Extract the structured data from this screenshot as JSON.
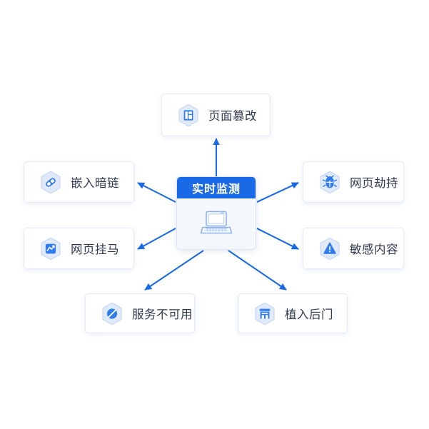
{
  "diagram": {
    "type": "hub-and-spoke",
    "title": "实时监测",
    "center": {
      "label": "实时监测",
      "icon": "laptop-icon",
      "header_color": "#1a6ae8",
      "body_color": "#f4f7fc"
    },
    "accent_color": "#1a6ae8",
    "icon_fill": "#2f7ced",
    "icon_hex_fill": "#dfe8fb",
    "text_color": "#303a4d",
    "nodes": [
      {
        "id": "page-tamper",
        "label": "页面篡改",
        "icon": "page-layout-icon",
        "position": "top"
      },
      {
        "id": "embedded-dark-link",
        "label": "嵌入暗链",
        "icon": "link-icon",
        "position": "left-top"
      },
      {
        "id": "web-trojan",
        "label": "网页挂马",
        "icon": "chart-trend-icon",
        "position": "left-bottom"
      },
      {
        "id": "web-hijack",
        "label": "网页劫持",
        "icon": "bug-icon",
        "position": "right-top"
      },
      {
        "id": "sensitive-content",
        "label": "敏感内容",
        "icon": "warning-triangle-icon",
        "position": "right-bottom"
      },
      {
        "id": "service-unavailable",
        "label": "服务不可用",
        "icon": "prohibited-icon",
        "position": "bottom-left"
      },
      {
        "id": "implanted-backdoor",
        "label": "植入后门",
        "icon": "door-gate-icon",
        "position": "bottom-right"
      }
    ],
    "edges": [
      {
        "from": "实时监测",
        "to": "页面篡改",
        "direction": "outward"
      },
      {
        "from": "实时监测",
        "to": "嵌入暗链",
        "direction": "outward"
      },
      {
        "from": "实时监测",
        "to": "网页挂马",
        "direction": "outward"
      },
      {
        "from": "实时监测",
        "to": "网页劫持",
        "direction": "outward"
      },
      {
        "from": "实时监测",
        "to": "敏感内容",
        "direction": "outward"
      },
      {
        "from": "实时监测",
        "to": "服务不可用",
        "direction": "outward"
      },
      {
        "from": "实时监测",
        "to": "植入后门",
        "direction": "outward"
      }
    ]
  }
}
